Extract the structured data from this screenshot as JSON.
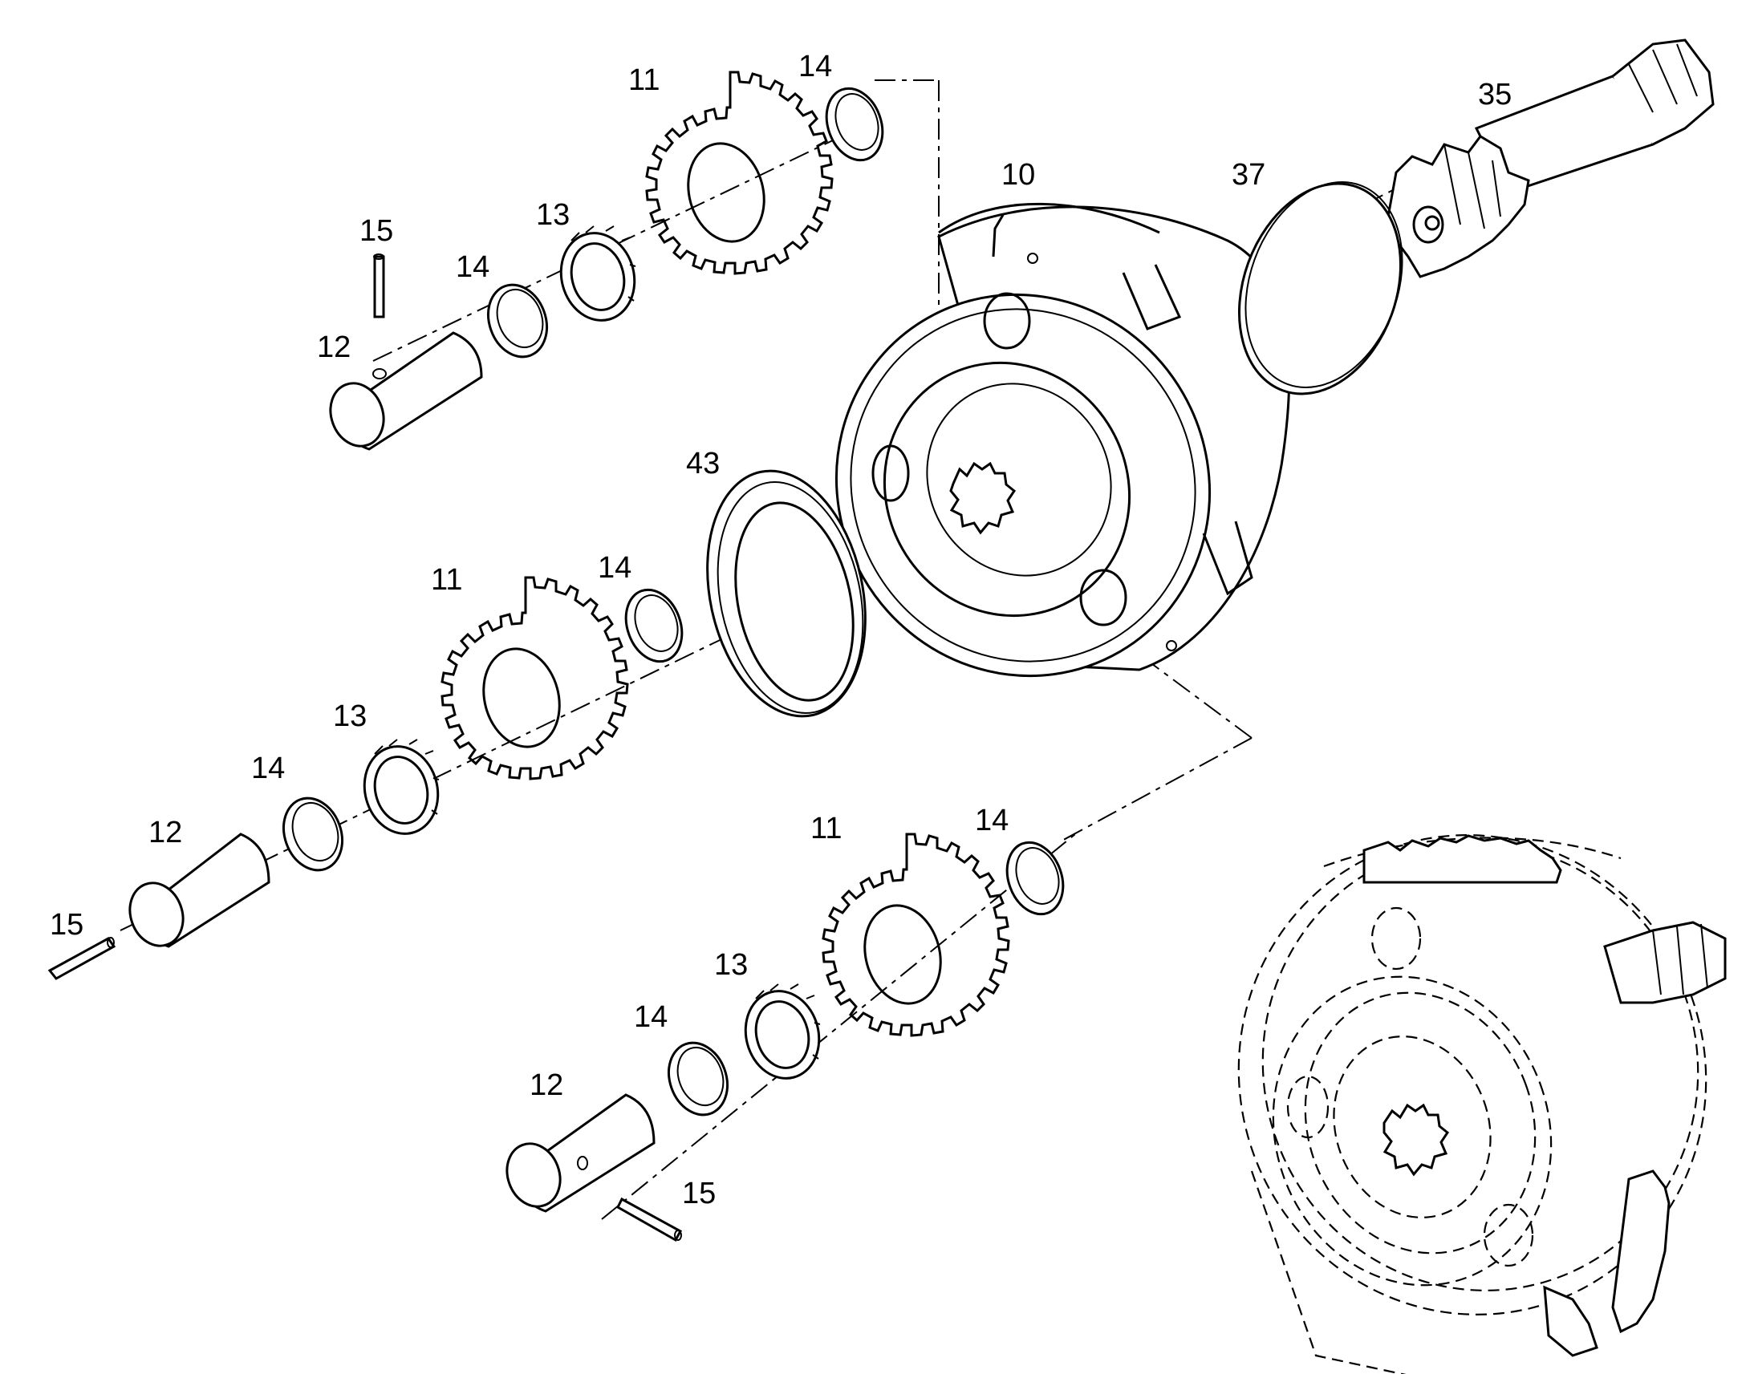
{
  "callouts": {
    "planet_carrier": "10",
    "planet_gear_top": "11",
    "planet_gear_mid": "11",
    "planet_gear_bot": "11",
    "pin_top": "12",
    "pin_mid": "12",
    "pin_bot": "12",
    "bearing_top": "13",
    "bearing_mid": "13",
    "bearing_bot": "13",
    "washer_top_outer": "14",
    "washer_top_inner": "14",
    "washer_mid_outer": "14",
    "washer_mid_inner": "14",
    "washer_bot_outer": "14",
    "washer_bot_inner": "14",
    "roll_pin_top": "15",
    "roll_pin_mid": "15",
    "roll_pin_bot": "15",
    "sun_shaft": "35",
    "thrust_disc": "37",
    "thrust_washer": "43"
  },
  "colors": {
    "line": "#000000",
    "background": "#ffffff"
  }
}
